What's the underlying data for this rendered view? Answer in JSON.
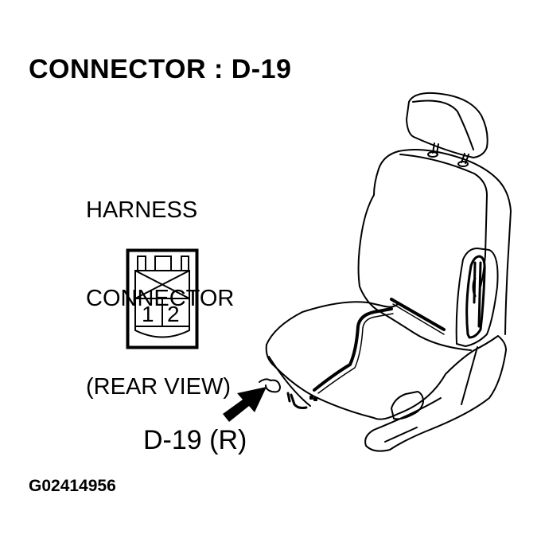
{
  "title": "CONNECTOR : D-19",
  "harness_label": {
    "lines": [
      "HARNESS",
      "CONNECTOR",
      "(REAR VIEW)"
    ]
  },
  "connector_face": {
    "pins": [
      "1",
      "2"
    ]
  },
  "callout_label": "D-19 (R)",
  "figure_id": "G02414956",
  "colors": {
    "line": "#000000",
    "background": "#ffffff"
  }
}
